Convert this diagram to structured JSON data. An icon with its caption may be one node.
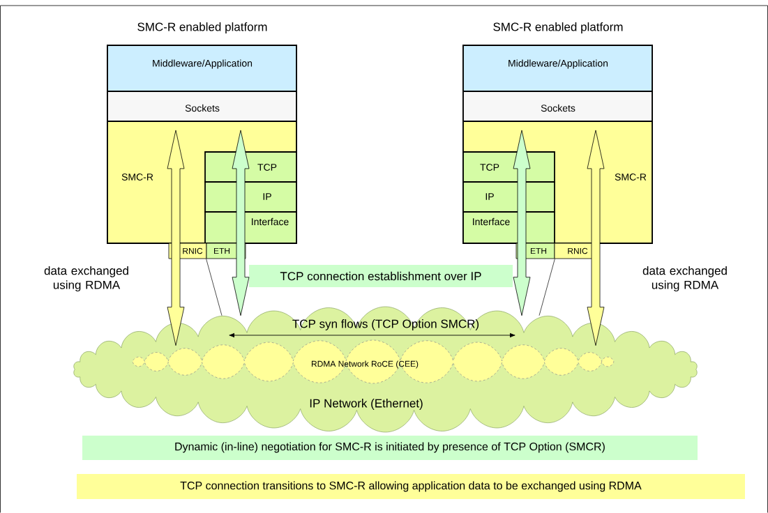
{
  "diagram": {
    "nodes": [
      {
        "text": [
          "SMC-R enabled platform"
        ]
      },
      {
        "text": [
          "Middleware/Application"
        ],
        "in": 0
      },
      {
        "text": [
          "Sockets"
        ],
        "in": 0
      },
      {
        "text": [
          "SMC-R"
        ],
        "in": 0
      },
      {
        "text": [
          "TCP"
        ],
        "in": 3
      },
      {
        "text": [
          "IP"
        ],
        "in": 3
      },
      {
        "text": [
          "Interface"
        ],
        "in": 3
      },
      {
        "text": [
          "RNIC"
        ]
      },
      {
        "text": [
          "ETH"
        ]
      },
      {
        "text": [
          "SMC-R enabled platform"
        ]
      },
      {
        "text": [
          "Middleware/Application"
        ],
        "in": 9
      },
      {
        "text": [
          "Sockets"
        ],
        "in": 9
      },
      {
        "text": [
          "SMC-R"
        ],
        "in": 9
      },
      {
        "text": [
          "TCP"
        ],
        "in": 12
      },
      {
        "text": [
          "IP"
        ],
        "in": 12
      },
      {
        "text": [
          "Interface"
        ],
        "in": 12
      },
      {
        "text": [
          "ETH"
        ]
      },
      {
        "text": [
          "RNIC"
        ]
      },
      {
        "text": [
          "IP Network (Ethernet)"
        ]
      },
      {
        "text": [
          "RDMA Network RoCE (CEE)"
        ],
        "in": 18
      },
      {
        "text": [
          "TCP connection establishment over IP"
        ]
      },
      {
        "text": [
          "Dynamic (in-line) negotiation for SMC-R is initiated by presence of TCP Option (SMCR)"
        ]
      },
      {
        "text": [
          "TCP connection transitions to SMC-R allowing application data to be exchanged using RDMA"
        ]
      }
    ],
    "edges": [
      {
        "from": 2,
        "to": 19,
        "arrow": "both",
        "style": "thick",
        "color": "#ffff99"
      },
      {
        "from": 2,
        "to": 18,
        "arrow": "both",
        "style": "thick",
        "color": "#ccffcc"
      },
      {
        "from": 11,
        "to": 18,
        "arrow": "both",
        "style": "thick",
        "color": "#ccffcc"
      },
      {
        "from": 11,
        "to": 19,
        "arrow": "both",
        "style": "thick",
        "color": "#ffff99"
      },
      {
        "from": 8,
        "to": 18,
        "arrow": "none"
      },
      {
        "from": 16,
        "to": 18,
        "arrow": "none"
      }
    ],
    "labels": [
      "data exchanged using RDMA",
      "data exchanged using RDMA",
      "TCP syn flows (TCP Option SMCR)"
    ]
  }
}
